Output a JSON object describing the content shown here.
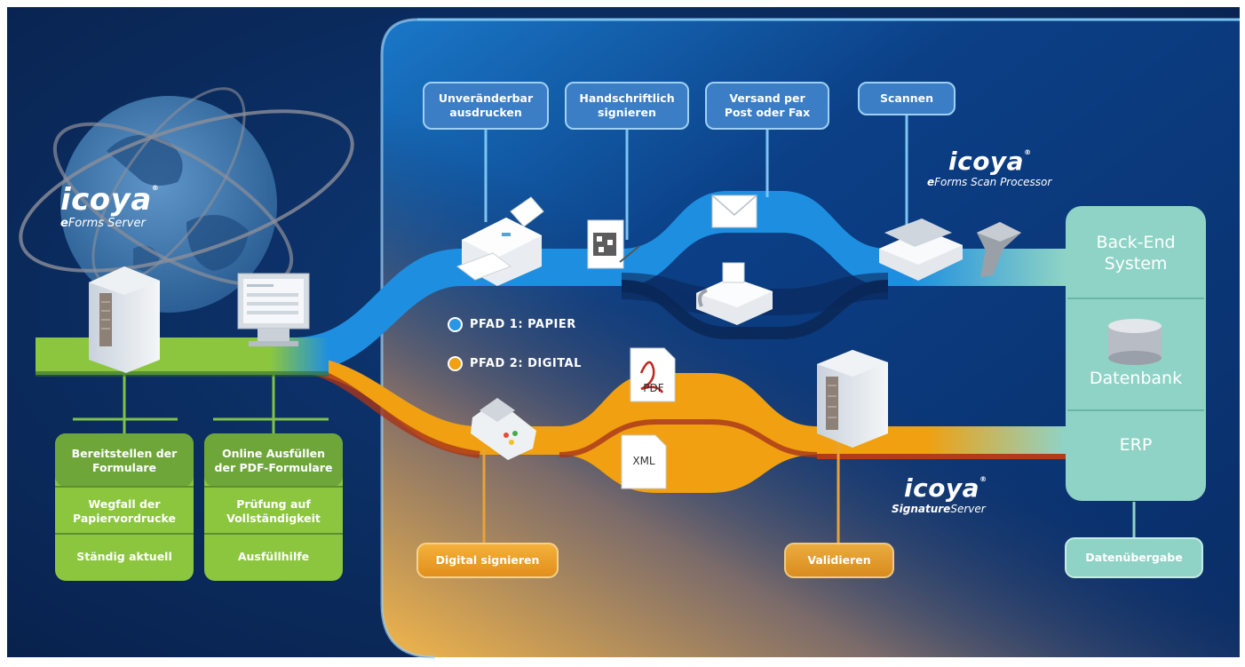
{
  "server": {
    "brand": "icoya",
    "product_prefix": "e",
    "product_rest": "Forms Server"
  },
  "scan_processor": {
    "brand": "icoya",
    "product_prefix": "e",
    "product_rest": "Forms Scan Processor"
  },
  "signature_server": {
    "brand": "icoya",
    "product_prefix": "Signature",
    "product_rest": "Server"
  },
  "paper_path": {
    "label": "PFAD 1: PAPIER",
    "steps": [
      "Unveränderbar\nausdrucken",
      "Handschriftlich\nsignieren",
      "Versand per\nPost oder Fax",
      "Scannen"
    ]
  },
  "digital_path": {
    "label": "PFAD 2: DIGITAL",
    "steps": [
      "Digital signieren",
      "Validieren"
    ],
    "documents": [
      "PDF",
      "XML"
    ]
  },
  "server_features": [
    "Bereitstellen der\nFormulare",
    "Wegfall der\nPapiervordrucke",
    "Ständig aktuell"
  ],
  "client_features": [
    "Online Ausfüllen\nder PDF-Formulare",
    "Prüfung auf\nVollständigkeit",
    "Ausfüllhilfe"
  ],
  "backend": {
    "system": "Back-End\nSystem",
    "database": "Datenbank",
    "erp": "ERP",
    "handover": "Datenübergabe"
  },
  "colors": {
    "background": "#0a2a5c",
    "paper_band": "#1e8fe0",
    "digital_band": "#f0a010",
    "platform": "#8cc63f",
    "backend": "#8fd3c6"
  }
}
